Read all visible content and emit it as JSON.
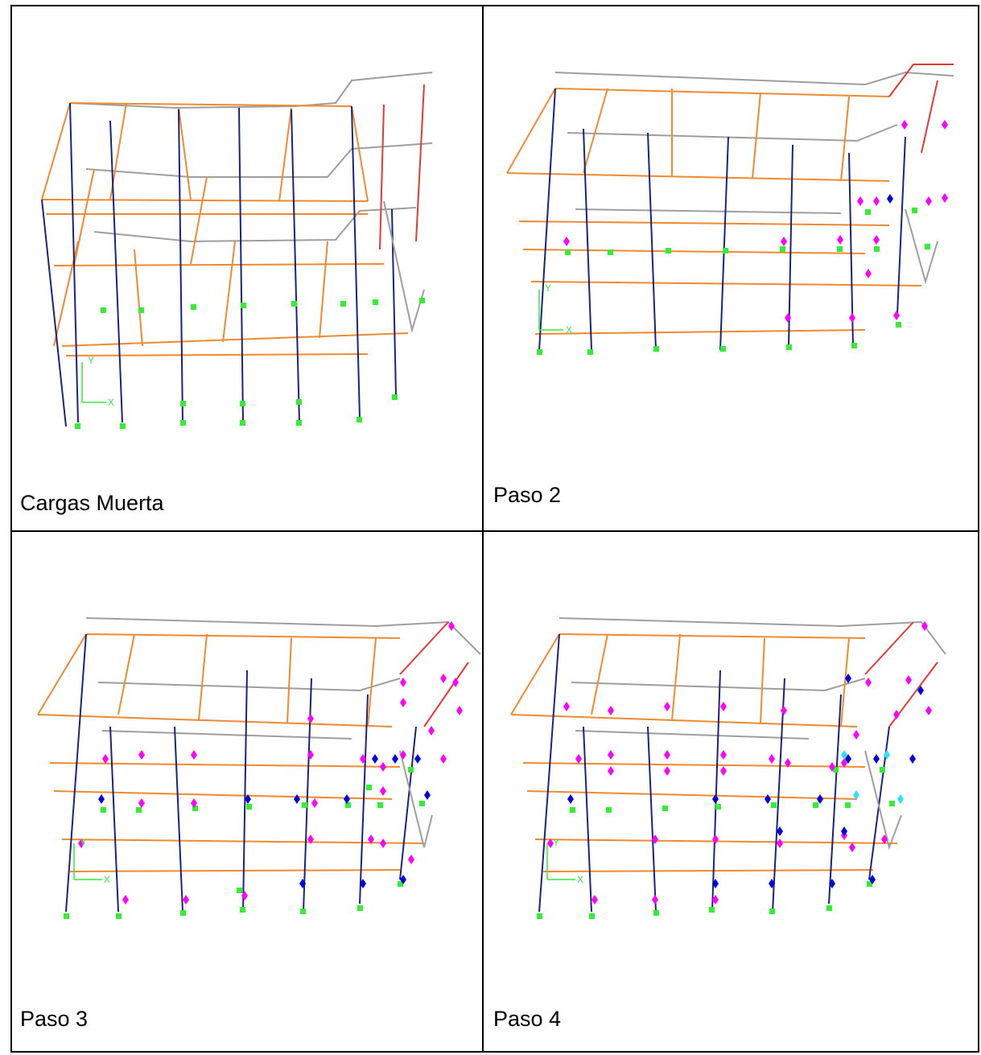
{
  "panels": [
    {
      "caption": "Cargas Muerta"
    },
    {
      "caption": "Paso 2"
    },
    {
      "caption": "Paso 3"
    },
    {
      "caption": "Paso 4"
    }
  ],
  "axes_labels": {
    "x": "X",
    "y": "Y"
  },
  "colors": {
    "beam": "#f08a30",
    "column": "#1a237e",
    "roof": "#9e9e9e",
    "red_member": "#e53935",
    "support": "#33ee33",
    "hinge_magenta": "#ff00ff",
    "hinge_blue": "#0000dd",
    "hinge_cyan": "#33ddff"
  }
}
